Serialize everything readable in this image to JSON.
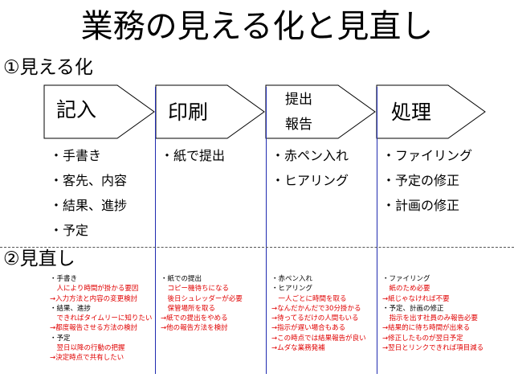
{
  "title": "業務の見える化と見直し",
  "section1_title": "①見える化",
  "section2_title": "②見直し",
  "colors": {
    "divider_line": "#1f2bb0",
    "note_red": "#e00000",
    "note_black": "#000000"
  },
  "steps": [
    {
      "label": "記入"
    },
    {
      "label": "印刷"
    },
    {
      "label_line1": "提出",
      "label_line2": "報告"
    },
    {
      "label": "処理"
    }
  ],
  "columns": [
    {
      "bullets": [
        "・手書き",
        "・客先、内容",
        "・結果、進捗",
        "・予定"
      ],
      "notes": [
        {
          "text": "・手書き",
          "color": "black"
        },
        {
          "text": "　人により時間が掛かる要因",
          "color": "red"
        },
        {
          "text": "→入力方法と内容の変更検討",
          "color": "red"
        },
        {
          "text": "・結果、進捗",
          "color": "black"
        },
        {
          "text": "　できればタイムリーに知りたい",
          "color": "red"
        },
        {
          "text": "→都度報告させる方法の検討",
          "color": "red"
        },
        {
          "text": "・予定",
          "color": "black"
        },
        {
          "text": "　翌日以降の行動の把握",
          "color": "red"
        },
        {
          "text": "→決定時点で共有したい",
          "color": "red"
        }
      ]
    },
    {
      "bullets": [
        "・紙で提出"
      ],
      "notes": [
        {
          "text": "・紙での提出",
          "color": "black"
        },
        {
          "text": "　コピー機待ちになる",
          "color": "red"
        },
        {
          "text": "　後日シュレッダーが必要",
          "color": "red"
        },
        {
          "text": "　保管場所を取る",
          "color": "red"
        },
        {
          "text": "→紙での提出をやめる",
          "color": "red"
        },
        {
          "text": "→他の報告方法を検討",
          "color": "red"
        }
      ]
    },
    {
      "bullets": [
        "・赤ペン入れ",
        "・ヒアリング"
      ],
      "notes": [
        {
          "text": "・赤ペン入れ",
          "color": "black"
        },
        {
          "text": "・ヒアリング",
          "color": "black"
        },
        {
          "text": "　一人ごとに時間を取る",
          "color": "red"
        },
        {
          "text": "→なんだかんだで30分掛かる",
          "color": "red"
        },
        {
          "text": "→待ってるだけの人間もいる",
          "color": "red"
        },
        {
          "text": "→指示が遅い場合もある",
          "color": "red"
        },
        {
          "text": "→この時点では結果報告が良い",
          "color": "red"
        },
        {
          "text": "→ムダな業務発補",
          "color": "red"
        }
      ]
    },
    {
      "bullets": [
        "・ファイリング",
        "・予定の修正",
        "・計画の修正"
      ],
      "notes": [
        {
          "text": "・ファイリング",
          "color": "black"
        },
        {
          "text": "　紙のため必要",
          "color": "red"
        },
        {
          "text": "→紙じゃなければ不要",
          "color": "red"
        },
        {
          "text": "・予定、計画の修正",
          "color": "black"
        },
        {
          "text": "　指示を出す社員のみ報告必要",
          "color": "red"
        },
        {
          "text": "→結果的に待ち時間が出来る",
          "color": "red"
        },
        {
          "text": "→修正したものが翌日予定",
          "color": "red"
        },
        {
          "text": "→翌日とリンクできれば項目減る",
          "color": "red"
        }
      ]
    }
  ]
}
